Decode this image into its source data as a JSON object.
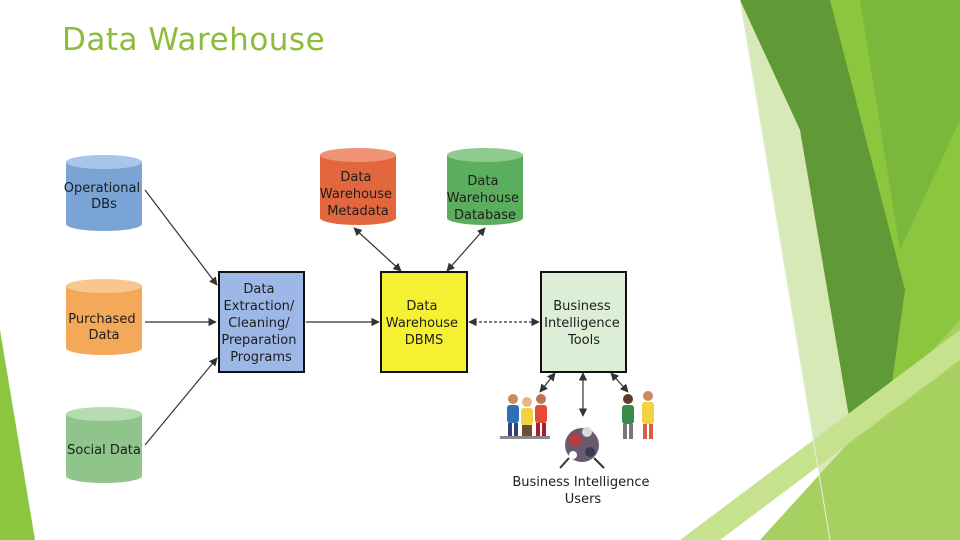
{
  "slide": {
    "title": "Data Warehouse"
  },
  "diagram": {
    "sources": [
      {
        "id": "operational",
        "lines": [
          "Operational",
          "DBs"
        ],
        "color": "#7aa3d6"
      },
      {
        "id": "purchased",
        "lines": [
          "Purchased",
          "Data"
        ],
        "color": "#f4a95a"
      },
      {
        "id": "social",
        "lines": [
          "Social Data"
        ],
        "color": "#8fc58a"
      }
    ],
    "stores": [
      {
        "id": "metadata",
        "lines": [
          "Data",
          "Warehouse",
          "Metadata"
        ],
        "color": "#e2673f"
      },
      {
        "id": "database",
        "lines": [
          "Data",
          "Warehouse",
          "Database"
        ],
        "color": "#5cae5f"
      }
    ],
    "boxes": [
      {
        "id": "etl",
        "lines": [
          "Data",
          "Extraction/",
          "Cleaning/",
          "Preparation",
          "Programs"
        ],
        "color": "#9db7e6"
      },
      {
        "id": "dbms",
        "lines": [
          "Data",
          "Warehouse",
          "DBMS"
        ],
        "color": "#f6f032"
      },
      {
        "id": "bi_tools",
        "lines": [
          "Business",
          "Intelligence",
          "Tools"
        ],
        "color": "#dcefd6"
      }
    ],
    "users_label": [
      "Business Intelligence",
      "Users"
    ]
  },
  "colors": {
    "accent": "#8dbb3a",
    "green_light": "#d7e9b6",
    "green_mid": "#8cc63f",
    "green_dark": "#5f9a36"
  }
}
